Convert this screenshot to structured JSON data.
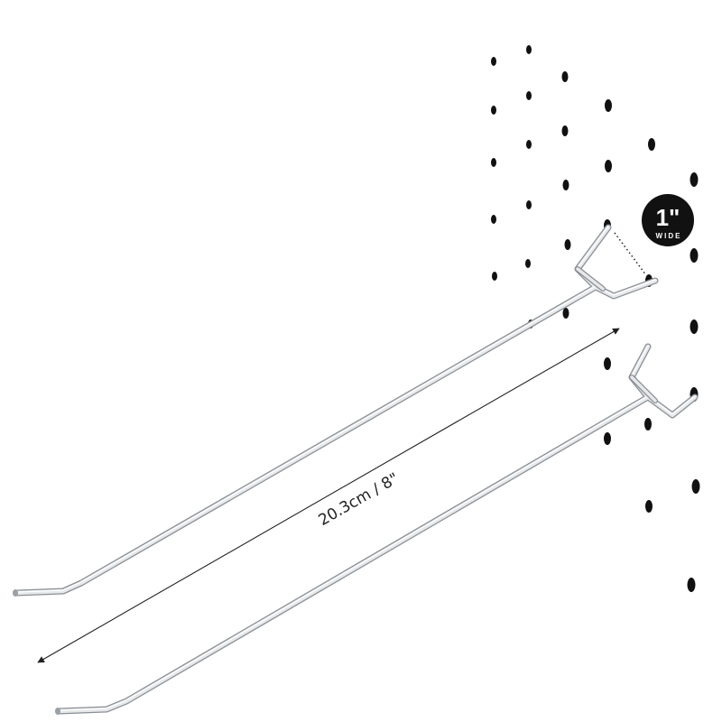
{
  "measurement": {
    "length_label": "20.3cm / 8\""
  },
  "badge": {
    "value": "1\"",
    "caption": "WIDE"
  },
  "colors": {
    "background": "#ffffff",
    "hole": "#111111",
    "wire_edge": "#8a8f95",
    "wire_body": "#e6e8ea",
    "wire_highlight": "#ffffff",
    "badge_fill": "#111111",
    "arrow": "#222222"
  }
}
